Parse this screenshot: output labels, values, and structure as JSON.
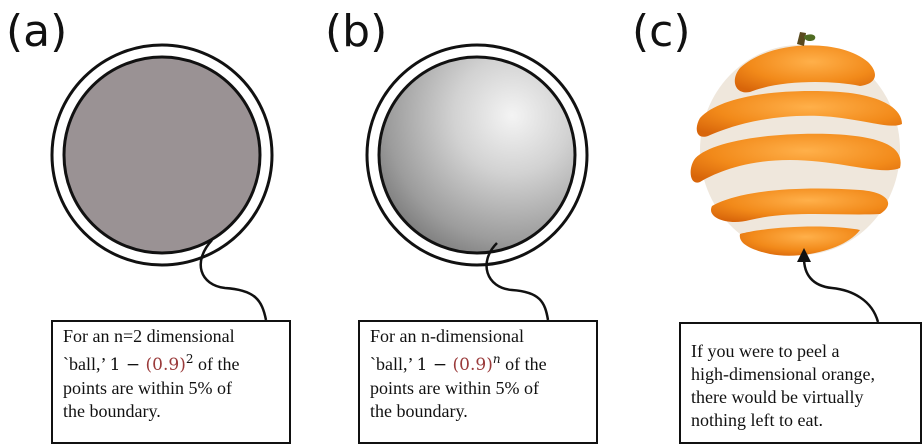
{
  "panels": [
    {
      "label": "(a)",
      "caption": {
        "line1": "For an n=2 dimensional",
        "line2_pre": "`ball,’ ",
        "line2_one": "1 − ",
        "line2_paren": "(0.9)",
        "line2_exp": "2",
        "line2_post": " of the",
        "line3": "points are within 5% of",
        "line4": "the boundary."
      }
    },
    {
      "label": "(b)",
      "caption": {
        "line1": "For an n-dimensional",
        "line2_pre": "`ball,’ ",
        "line2_one": "1 − ",
        "line2_paren": "(0.9)",
        "line2_exp": "n",
        "line2_post": " of the",
        "line3": "points are within 5% of",
        "line4": "the boundary."
      }
    },
    {
      "label": "(c)",
      "caption": {
        "line1": "If you were to peel a",
        "line2": "high-dimensional orange,",
        "line3": "there would be virtually",
        "line4": "nothing left to eat."
      }
    }
  ],
  "colors": {
    "disk_fill": "#9a9294",
    "orange": "#f08a1c",
    "orange_dark": "#d8650a",
    "pith": "#f2ece4",
    "ink": "#111111"
  }
}
